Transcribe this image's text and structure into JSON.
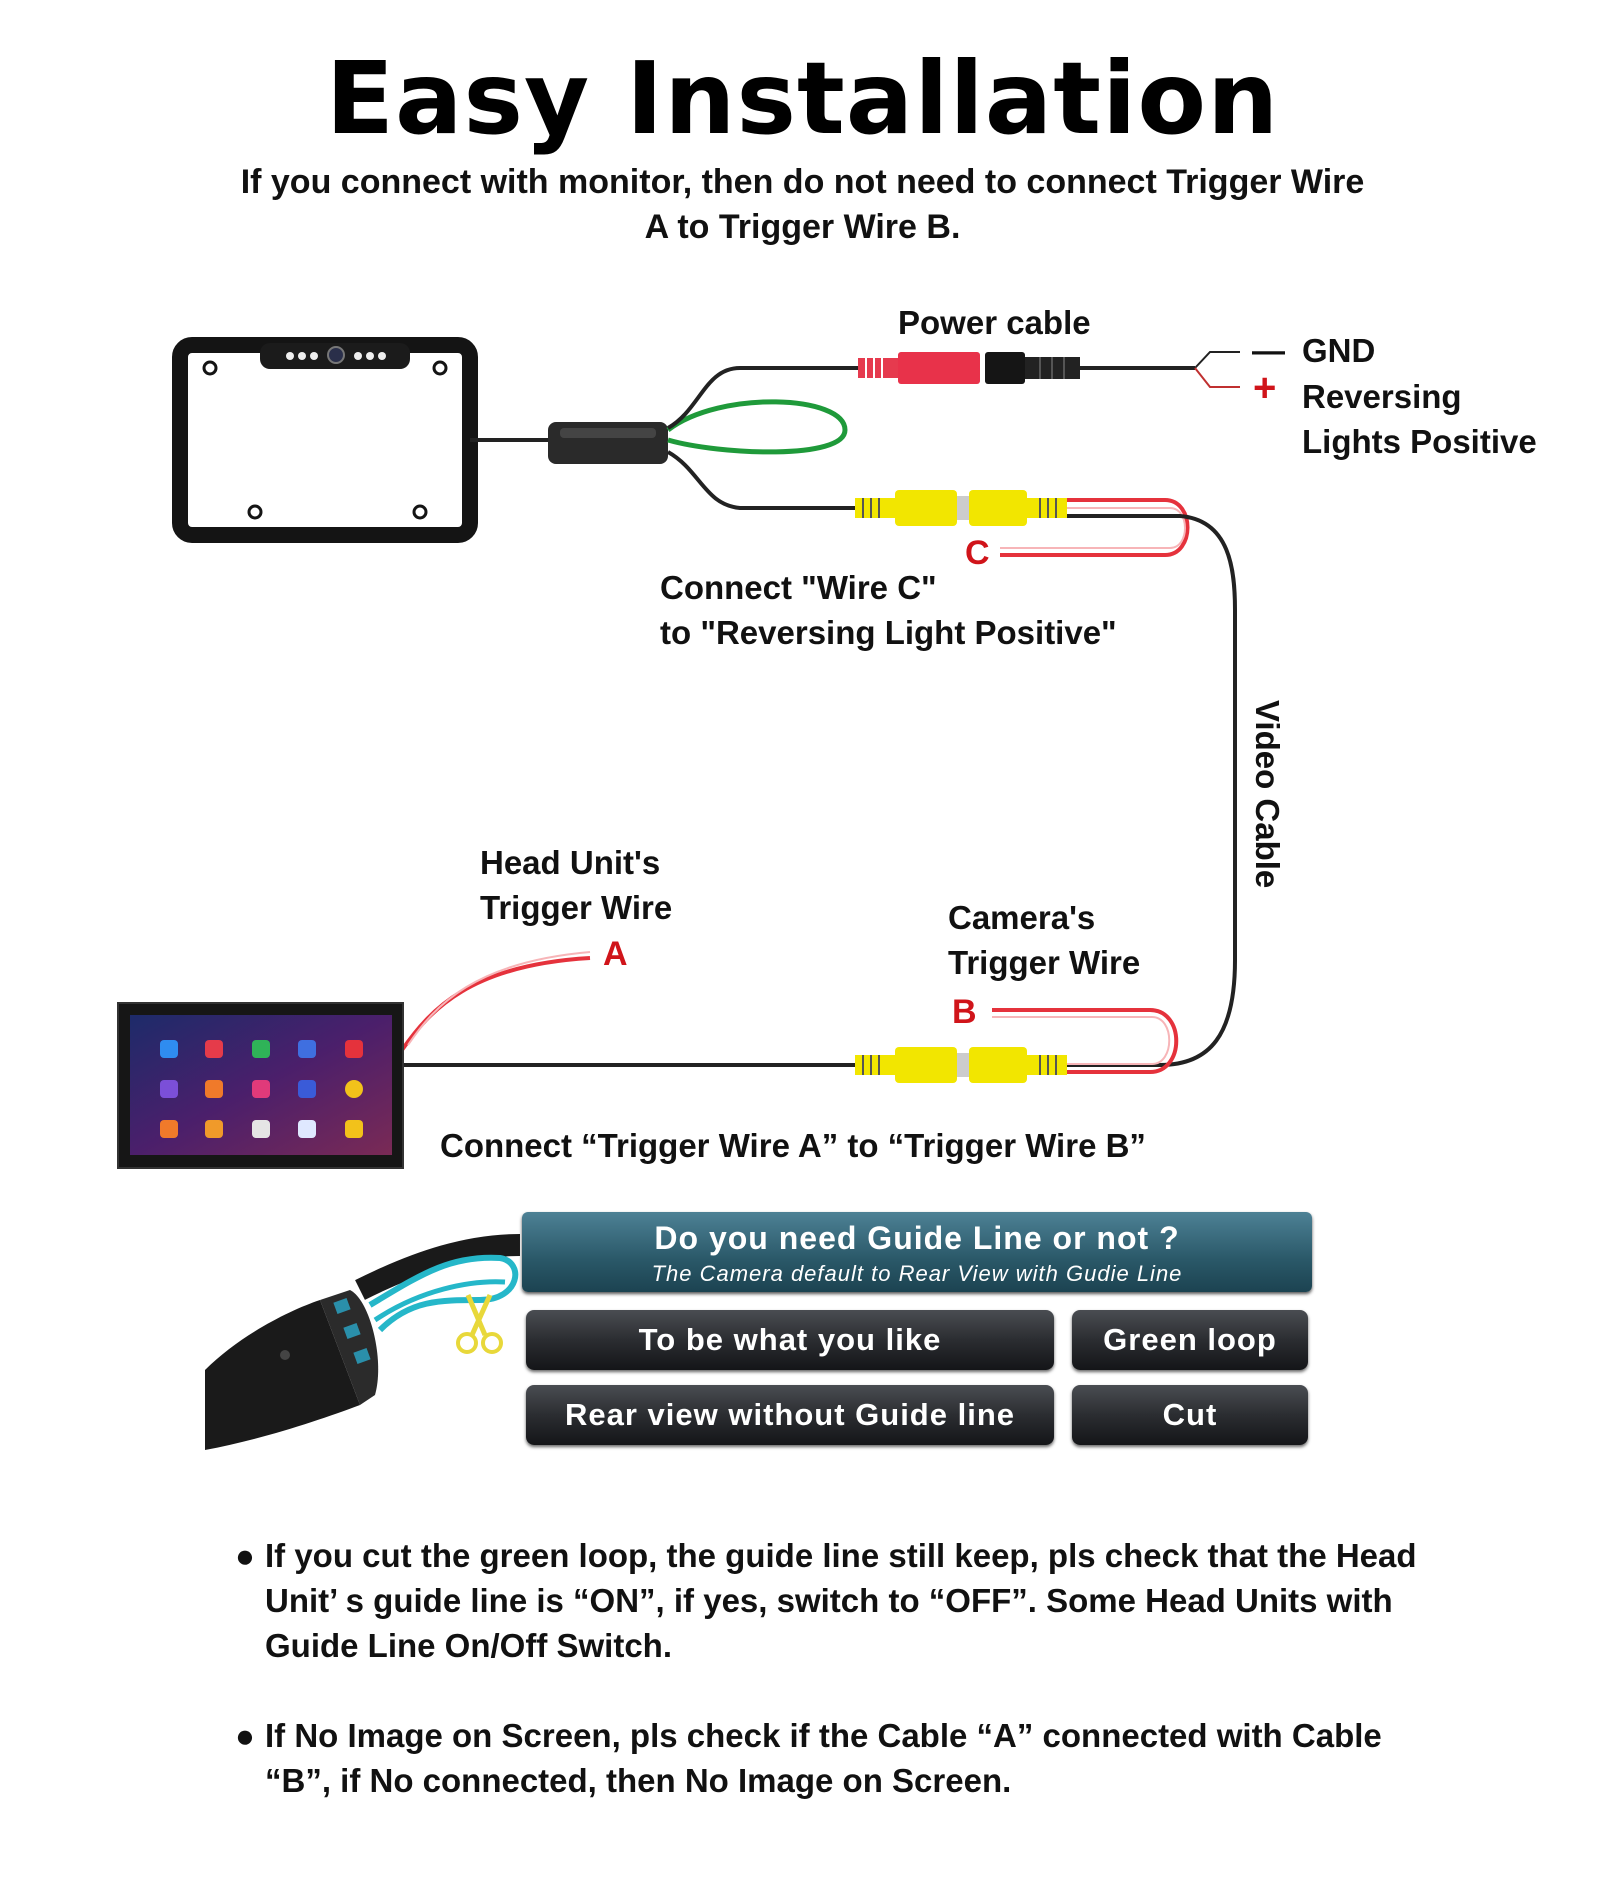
{
  "header": {
    "title": "Easy Installation",
    "subtitle": "If you connect with monitor, then do not need to connect Trigger Wire A to Trigger Wire B."
  },
  "labels": {
    "power_cable": "Power cable",
    "gnd_sign": "—",
    "gnd": "GND",
    "plus_sign": "+",
    "reversing_line1": "Reversing",
    "reversing_line2": "Lights Positive",
    "wire_c_letter": "C",
    "connect_c_line1": "Connect \"Wire C\"",
    "connect_c_line2": "to \"Reversing Light Positive\"",
    "video_cable": "Video Cable",
    "head_unit_line1": "Head Unit's",
    "head_unit_line2": "Trigger Wire",
    "letter_a": "A",
    "camera_line1": "Camera's",
    "camera_line2": "Trigger Wire",
    "letter_b": "B",
    "connect_ab": "Connect “Trigger Wire  A” to “Trigger Wire  B”"
  },
  "guide_panel": {
    "heading": "Do you need Guide Line or not ?",
    "subheading": "The Camera default to Rear View with Gudie Line",
    "rows": [
      {
        "option": "To be what you like",
        "action": "Green loop"
      },
      {
        "option": "Rear view without Guide line",
        "action": "Cut"
      }
    ]
  },
  "notes": [
    "If you cut the green loop, the guide line still keep, pls check that the Head Unit’ s guide line is “ON”, if yes, switch to “OFF”.  Some Head Units with Guide Line On/Off Switch.",
    "If No Image on Screen, pls check if the Cable “A” connected with Cable “B”, if No connected, then No Image on Screen."
  ],
  "bullet_symbol": "●",
  "colors": {
    "wire_red": "#e5323c",
    "wire_green": "#1f9a3a",
    "rca_yellow": "#f2e600",
    "letter_red": "#d0141a",
    "panel_teal": "#2a5868",
    "button_dark": "#2b2d31"
  }
}
